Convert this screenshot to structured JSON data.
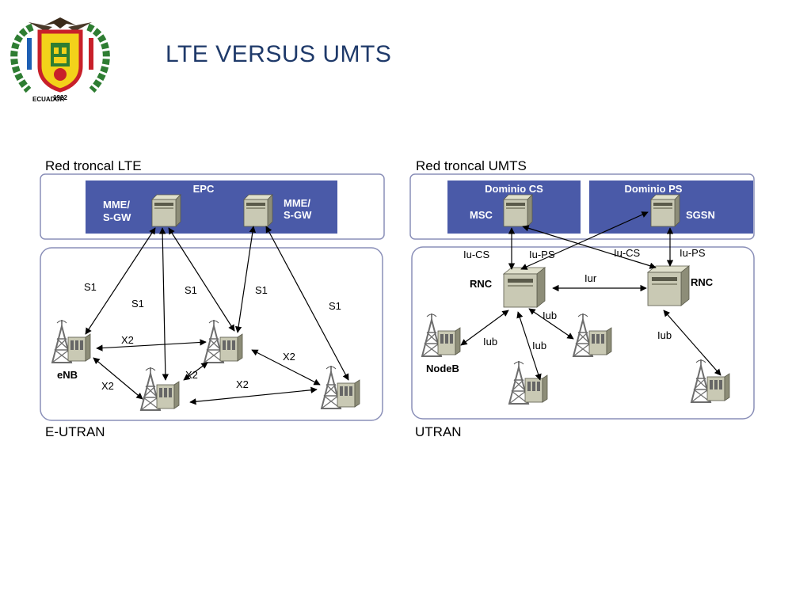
{
  "slide": {
    "title": "LTE  VERSUS UMTS"
  },
  "logo": {
    "year": "1922",
    "country": "ECUADOR",
    "colors": {
      "red": "#c8202a",
      "yellow": "#f3d21a",
      "green": "#2e7d32",
      "blue": "#1d5fb4"
    }
  },
  "lte": {
    "core_label": "Red troncal LTE",
    "epc_label": "EPC",
    "mme_left": [
      "MME/",
      "S-GW"
    ],
    "mme_right": [
      "MME/",
      "S-GW"
    ],
    "access_label": "E-UTRAN",
    "enb_label": "eNB",
    "s1_labels": [
      "S1",
      "S1",
      "S1",
      "S1",
      "S1"
    ],
    "x2_labels": [
      "X2",
      "X2",
      "X2",
      "X2",
      "X2"
    ]
  },
  "umts": {
    "core_label": "Red troncal UMTS",
    "cs_domain": "Dominio CS",
    "ps_domain": "Dominio PS",
    "msc": "MSC",
    "sgsn": "SGSN",
    "access_label": "UTRAN",
    "rnc": "RNC",
    "iu_cs": "Iu-CS",
    "iu_ps": "Iu-PS",
    "iur": "Iur",
    "iub": "Iub",
    "nodeb": "NodeB"
  },
  "colors": {
    "core_box": "#4a5aa8",
    "panel_border": "#8a8fb8",
    "server_body": "#c9c9b4",
    "server_dark": "#8d8d78",
    "tower": "#7a7a7a"
  }
}
